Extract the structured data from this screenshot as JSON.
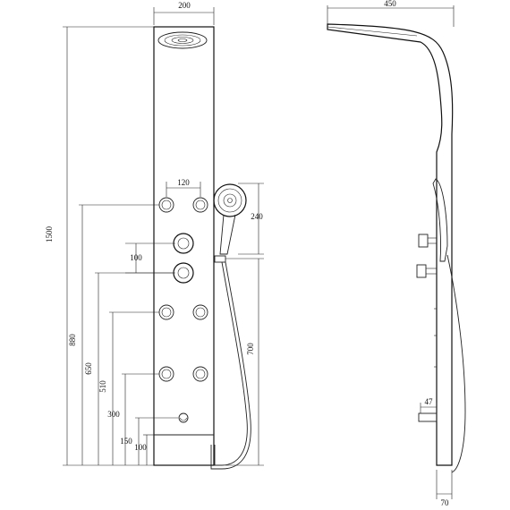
{
  "front_view": {
    "dims": {
      "width_top": "200",
      "jet_spacing": "120",
      "handset_height": "240",
      "valve_spacing": "100",
      "total_height": "1500",
      "h880": "880",
      "h650": "650",
      "h510": "510",
      "h300": "300",
      "h150": "150",
      "h100": "100",
      "h700": "700"
    }
  },
  "side_view": {
    "dims": {
      "depth": "450",
      "spout": "47",
      "bottom_depth": "70"
    }
  }
}
